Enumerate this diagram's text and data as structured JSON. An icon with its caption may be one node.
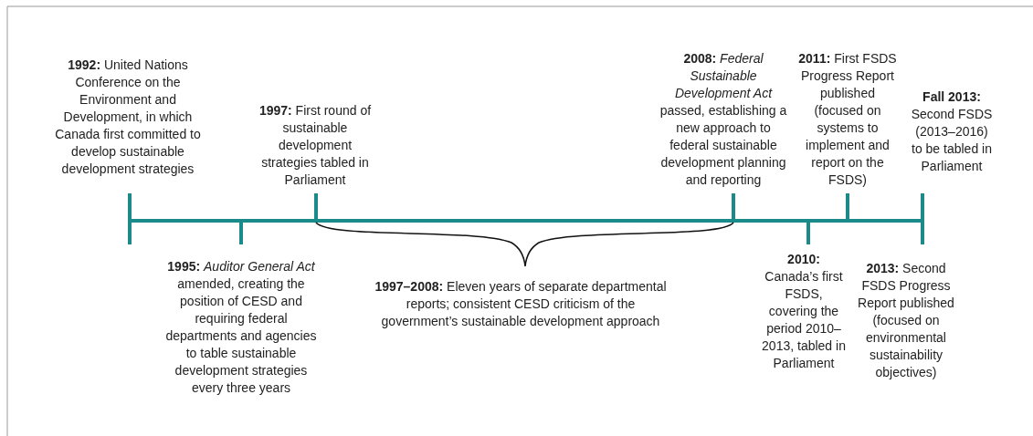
{
  "diagram": {
    "labels": [
      "**1992:** United Nations Conference on the Environment and Development, in which Canada first committed to develop sustainable development strategies",
      "**1997:** First round of sustainable development strategies tabled in Parliament",
      "**2008:** *Federal Sustainable Development Act* passed, establishing a new approach to federal sustainable development planning and reporting",
      "**2011:** First FSDS Progress Report published (focused on systems to implement and report on the FSDS)",
      "**Fall 2013:** Second FSDS (2013–2016) to be tabled in Parliament",
      "**1995:** *Auditor General Act* amended, creating the position of CESD and requiring federal departments and agencies to table sustainable development strategies every three years",
      "**1997–2008:** Eleven years of separate departmental reports; consistent CESD criticism of the government’s sustainable development approach",
      "**2010:** Canada’s first FSDS, covering the period 2010–2013, tabled in Parliament",
      "**2013:** Second FSDS Progress Report published (focused on environmental sustainability objectives)"
    ]
  }
}
